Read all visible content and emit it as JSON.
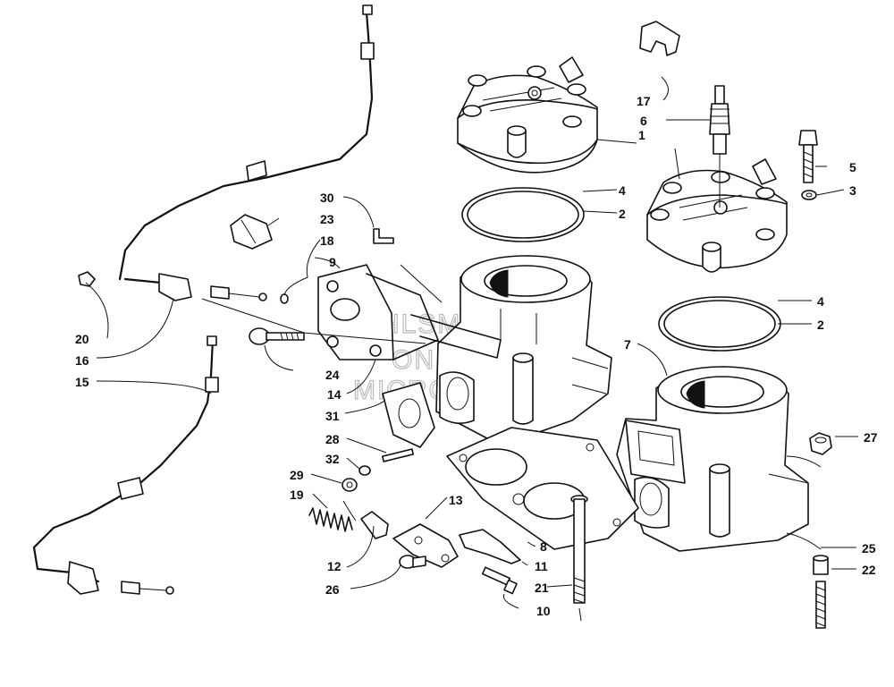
{
  "watermark": {
    "line1": "HLSM'S",
    "line2": "ONLINE",
    "line3": "MICROFICHE"
  },
  "callouts": [
    {
      "id": "c1",
      "text": "1"
    },
    {
      "id": "c2a",
      "text": "2"
    },
    {
      "id": "c2b",
      "text": "2"
    },
    {
      "id": "c3",
      "text": "3"
    },
    {
      "id": "c4a",
      "text": "4"
    },
    {
      "id": "c4b",
      "text": "4"
    },
    {
      "id": "c5",
      "text": "5"
    },
    {
      "id": "c6",
      "text": "6"
    },
    {
      "id": "c7",
      "text": "7"
    },
    {
      "id": "c8",
      "text": "8"
    },
    {
      "id": "c9",
      "text": "9"
    },
    {
      "id": "c10",
      "text": "10"
    },
    {
      "id": "c11",
      "text": "11"
    },
    {
      "id": "c12",
      "text": "12"
    },
    {
      "id": "c13",
      "text": "13"
    },
    {
      "id": "c14",
      "text": "14"
    },
    {
      "id": "c15",
      "text": "15"
    },
    {
      "id": "c16",
      "text": "16"
    },
    {
      "id": "c17",
      "text": "17"
    },
    {
      "id": "c18",
      "text": "18"
    },
    {
      "id": "c19",
      "text": "19"
    },
    {
      "id": "c20",
      "text": "20"
    },
    {
      "id": "c21",
      "text": "21"
    },
    {
      "id": "c22",
      "text": "22"
    },
    {
      "id": "c23",
      "text": "23"
    },
    {
      "id": "c24",
      "text": "24"
    },
    {
      "id": "c25",
      "text": "25"
    },
    {
      "id": "c26",
      "text": "26"
    },
    {
      "id": "c27",
      "text": "27"
    },
    {
      "id": "c28",
      "text": "28"
    },
    {
      "id": "c29",
      "text": "29"
    },
    {
      "id": "c30",
      "text": "30"
    },
    {
      "id": "c31",
      "text": "31"
    },
    {
      "id": "c32",
      "text": "32"
    }
  ]
}
